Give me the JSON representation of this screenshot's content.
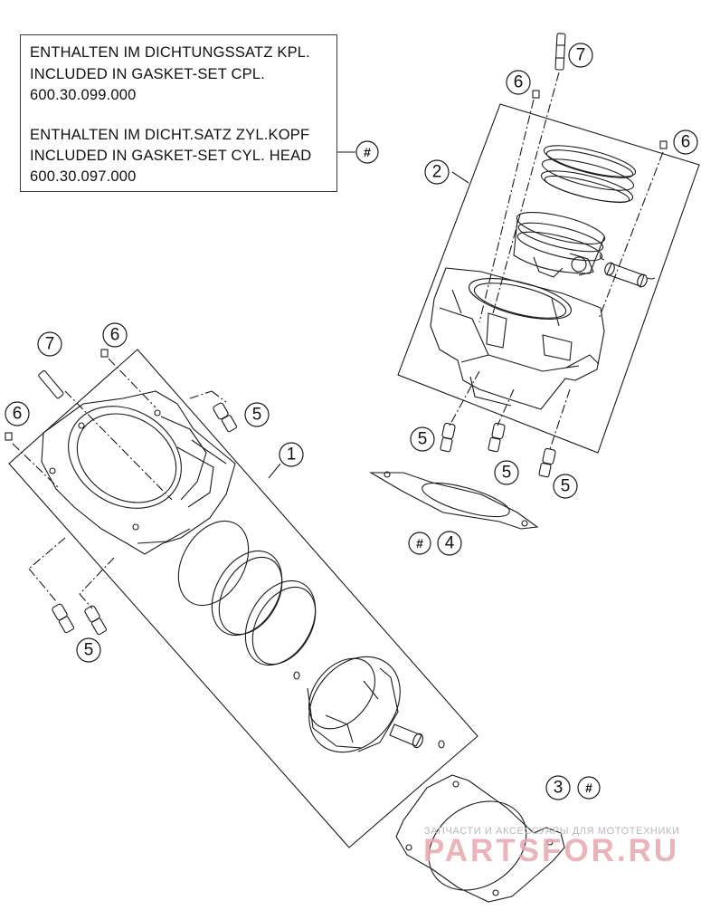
{
  "note": {
    "lines": [
      "ENTHALTEN IM DICHTUNGSSATZ KPL.",
      "INCLUDED IN GASKET-SET CPL.",
      "600.30.099.000",
      "ENTHALTEN IM DICHT.SATZ ZYL.KOPF",
      "INCLUDED IN GASKET-SET CYL. HEAD",
      "600.30.097.000"
    ],
    "marker": "#"
  },
  "callouts": [
    {
      "id": "c7-top",
      "label": "7"
    },
    {
      "id": "c6-top",
      "label": "6"
    },
    {
      "id": "c2",
      "label": "2"
    },
    {
      "id": "c6-right",
      "label": "6"
    },
    {
      "id": "c5-a",
      "label": "5"
    },
    {
      "id": "c5-b",
      "label": "5"
    },
    {
      "id": "c5-c",
      "label": "5"
    },
    {
      "id": "c4",
      "label": "4"
    },
    {
      "id": "c4-hash",
      "label": "#"
    },
    {
      "id": "c7-left",
      "label": "7"
    },
    {
      "id": "c6-left-top",
      "label": "6"
    },
    {
      "id": "c6-left",
      "label": "6"
    },
    {
      "id": "c5-left-right",
      "label": "5"
    },
    {
      "id": "c1",
      "label": "1"
    },
    {
      "id": "c5-left-bottom",
      "label": "5"
    },
    {
      "id": "c3",
      "label": "3"
    },
    {
      "id": "c3-hash",
      "label": "#"
    }
  ],
  "watermark": {
    "small": "ЗАПЧАСТИ И АКСЕССУАРЫ ДЛЯ МОТОТЕХНИКИ",
    "big": "PARTSFOR.RU",
    "color": "#e9a7ac"
  },
  "colors": {
    "line": "#1a1a1a",
    "background": "#ffffff"
  }
}
